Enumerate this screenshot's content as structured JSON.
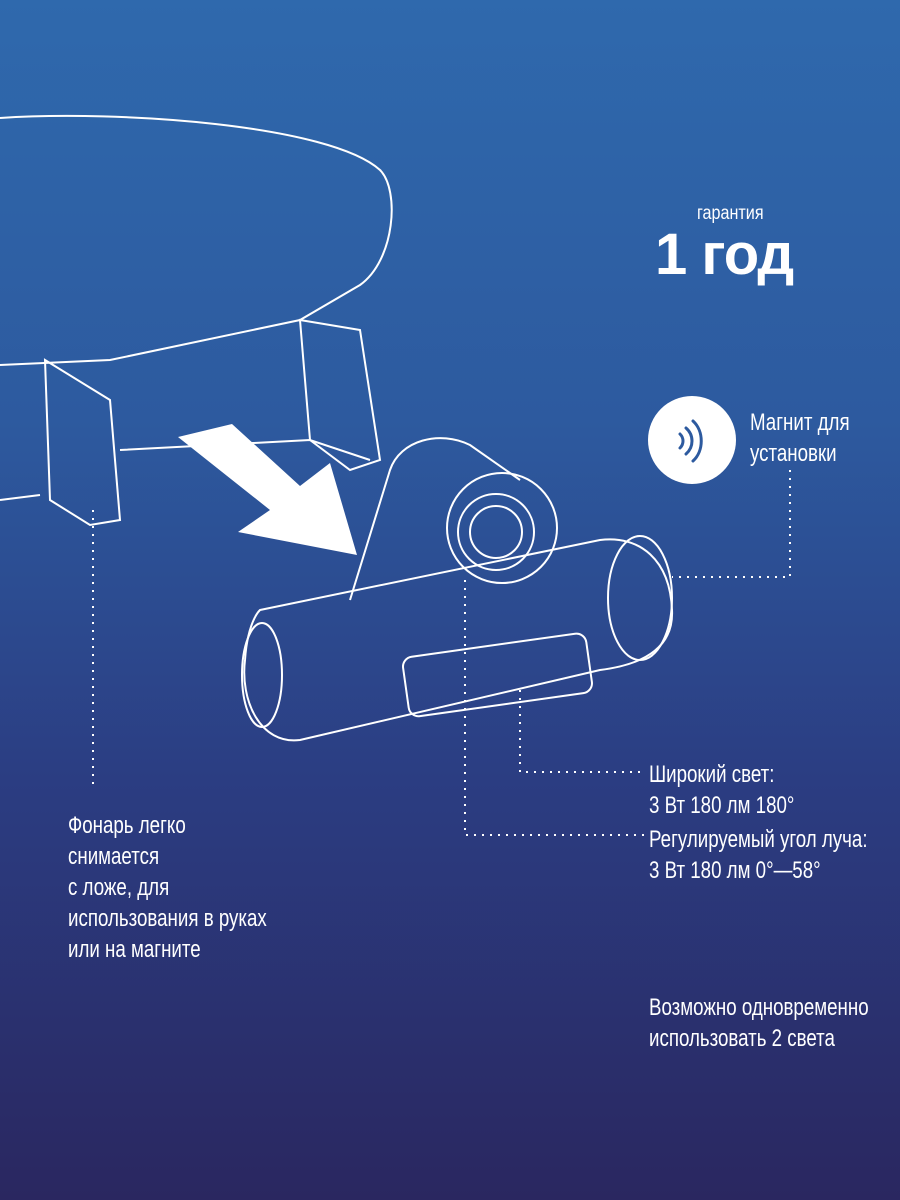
{
  "warranty": {
    "label": "гарантия",
    "value": "1 год"
  },
  "magnet": {
    "icon": "magnet-signal-icon",
    "lines": [
      "Магнит для",
      "установки"
    ]
  },
  "wide_light": {
    "lines": [
      "Широкий свет:",
      "3 Вт 180 лм 180°"
    ]
  },
  "adjustable_beam": {
    "lines": [
      "Регулируемый угол луча:",
      "3 Вт 180 лм 0°—58°"
    ]
  },
  "removable": {
    "lines": [
      "Фонарь легко",
      "снимается",
      "с ложе, для",
      "использования в руках",
      "или на магните"
    ]
  },
  "dual_light": {
    "lines": [
      "Возможно одновременно",
      "использовать 2 света"
    ]
  },
  "colors": {
    "bg_top": "#2f69ad",
    "bg_bottom": "#2a2760",
    "line": "#ffffff"
  }
}
